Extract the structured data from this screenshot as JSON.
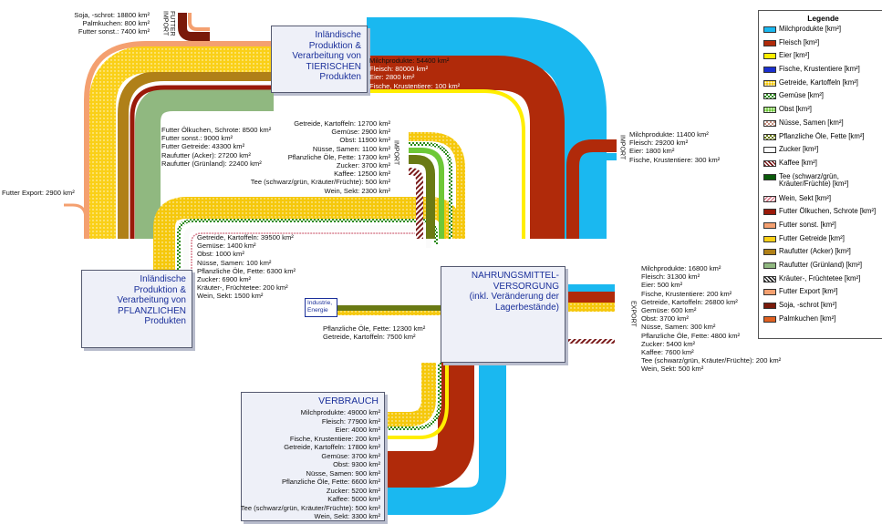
{
  "colors": {
    "milch": "#1ab8f0",
    "fleisch": "#b02a0a",
    "eier": "#ffee00",
    "fische": "#1a2fd0",
    "getreide": "#f5c80c",
    "gemuese": "#2a8a1a",
    "obst": "#6ec838",
    "nuesse": "#c49080",
    "oele": "#6a7a14",
    "zucker": "#fbfbfb",
    "kaffee": "#7a1a1a",
    "tee": "#0a5a0a",
    "wein": "#d88090",
    "fut_oel": "#9a1a0a",
    "fut_sonst": "#f4a070",
    "fut_getr": "#fad018",
    "rau_acker": "#b08018",
    "rau_gruen": "#90b880",
    "kraeuter": "#2a2a2a",
    "fut_export": "#f4a070",
    "soja": "#7a1a0a",
    "palm": "#e06020"
  },
  "legend": {
    "title": "Legende",
    "items": [
      {
        "label": "Milchprodukte [km²]",
        "color": "milch",
        "pattern": "plain"
      },
      {
        "label": "Fleisch [km²]",
        "color": "fleisch",
        "pattern": "plain"
      },
      {
        "label": "Eier [km²]",
        "color": "eier",
        "pattern": "plain"
      },
      {
        "label": "Fische, Krustentiere [km²]",
        "color": "fische",
        "pattern": "plain"
      },
      {
        "label": "Getreide, Kartoffeln [km²]",
        "color": "getreide",
        "pattern": "dots"
      },
      {
        "label": "Gemüse [km²]",
        "color": "gemuese",
        "pattern": "check"
      },
      {
        "label": "Obst [km²]",
        "color": "obst",
        "pattern": "dots"
      },
      {
        "label": "Nüsse, Samen [km²]",
        "color": "nuesse",
        "pattern": "check"
      },
      {
        "label": "Pflanzliche Öle, Fette [km²]",
        "color": "oele",
        "pattern": "check"
      },
      {
        "label": "Zucker [km²]",
        "color": "zucker",
        "pattern": "plain"
      },
      {
        "label": "Kaffee [km²]",
        "color": "kaffee",
        "pattern": "hatch"
      },
      {
        "label": "Tee (schwarz/grün, Kräuter/Früchte) [km²]",
        "color": "tee",
        "pattern": "plain",
        "tall": true
      },
      {
        "label": "Wein, Sekt [km²]",
        "color": "wein",
        "pattern": "hatch2"
      },
      {
        "label": "Futter Ölkuchen, Schrote [km²]",
        "color": "fut_oel",
        "pattern": "plain"
      },
      {
        "label": "Futter sonst. [km²]",
        "color": "fut_sonst",
        "pattern": "plain"
      },
      {
        "label": "Futter Getreide [km²]",
        "color": "fut_getr",
        "pattern": "plain"
      },
      {
        "label": "Raufutter (Acker) [km²]",
        "color": "rau_acker",
        "pattern": "plain"
      },
      {
        "label": "Raufutter (Grünland) [km²]",
        "color": "rau_gruen",
        "pattern": "plain"
      },
      {
        "label": "Kräuter-, Früchtetee [km²]",
        "color": "kraeuter",
        "pattern": "hatch"
      },
      {
        "label": "Futter Export [km²]",
        "color": "fut_export",
        "pattern": "plain"
      },
      {
        "label": "Soja, -schrot [km²]",
        "color": "soja",
        "pattern": "plain"
      },
      {
        "label": "Palmkuchen [km²]",
        "color": "palm",
        "pattern": "plain"
      }
    ]
  },
  "boxes": {
    "tierisch": [
      "Inländische",
      "Produktion &",
      "Verarbeitung von",
      "TIERISCHEN",
      "Produkten"
    ],
    "pflanzlich": [
      "Inländische",
      "Produktion &",
      "Verarbeitung von",
      "PFLANZLICHEN",
      "Produkten"
    ],
    "versorgung": [
      "NAHRUNGSMITTEL-",
      "VERSORGUNG",
      "(inkl. Veränderung der",
      "Lagerbestände)"
    ],
    "verbrauch_title": "VERBRAUCH",
    "industrie": [
      "Industrie,",
      "Energie"
    ]
  },
  "vertical_labels": {
    "futter_import": "FUTTER IMPORT",
    "import_pflanz": "IMPORT",
    "import_tier": "IMPORT",
    "export": "EXPORT"
  },
  "labels": {
    "futter_import": [
      "Soja, -schrot: 18800 km²",
      "Palmkuchen: 800 km²",
      "Futter sonst.: 7400 km²"
    ],
    "tier_out": [
      "Milchprodukte: 54400 km²",
      "Fleisch: 80000 km²",
      "Eier: 2800 km²",
      "Fische, Krustentiere: 100 km²"
    ],
    "futter_in": [
      "Futter Ölkuchen, Schrote: 8500 km²",
      "Futter sonst.: 9000 km²",
      "Futter Getreide: 43300 km²",
      "Raufutter (Acker): 27200 km²",
      "Raufutter (Grünland): 22400 km²"
    ],
    "import_pflanz": [
      "Getreide, Kartoffeln: 12700 km²",
      "Gemüse: 2900 km²",
      "Obst: 11900 km²",
      "Nüsse, Samen: 1100 km²",
      "Pflanzliche Öle, Fette: 17300 km²",
      "Zucker: 3700 km²",
      "Kaffee: 12500 km²",
      "Tee (schwarz/grün, Kräuter/Früchte): 500 km²",
      "Wein, Sekt: 2300 km²"
    ],
    "import_tier": [
      "Milchprodukte: 11400 km²",
      "Fleisch: 29200 km²",
      "Eier: 1800 km²",
      "Fische, Krustentiere: 300 km²"
    ],
    "futter_export": "Futter Export: 2900 km²",
    "pflanz_out": [
      "Getreide, Kartoffeln: 39500 km²",
      "Gemüse: 1400 km²",
      "Obst: 1000 km²",
      "Nüsse, Samen: 100 km²",
      "Pflanzliche Öle, Fette: 6300 km²",
      "Zucker: 6900 km²",
      "Kräuter-, Früchtetee: 200 km²",
      "Wein, Sekt: 1500 km²"
    ],
    "industrie": [
      "Pflanzliche Öle, Fette: 12300 km²",
      "Getreide, Kartoffeln: 7500 km²"
    ],
    "export": [
      "Milchprodukte: 16800 km²",
      "Fleisch: 31300 km²",
      "Eier: 500 km²",
      "Fische, Krustentiere: 200 km²",
      "Getreide, Kartoffeln: 26800 km²",
      "Gemüse: 600 km²",
      "Obst: 3700 km²",
      "Nüsse, Samen: 300 km²",
      "Pflanzliche Öle, Fette: 4800 km²",
      "Zucker: 5400 km²",
      "Kaffee: 7600 km²",
      "Tee (schwarz/grün, Kräuter/Früchte): 200 km²",
      "Wein, Sekt: 500 km²"
    ],
    "verbrauch": [
      "Milchprodukte: 49000 km²",
      "Fleisch: 77900 km²",
      "Eier: 4000 km²",
      "Fische, Krustentiere: 200 km²",
      "Getreide, Kartoffeln: 17800 km²",
      "Gemüse: 3700 km²",
      "Obst: 9300 km²",
      "Nüsse, Samen: 900 km²",
      "Pflanzliche Öle, Fette: 6600 km²",
      "Zucker: 5200 km²",
      "Kaffee: 5000 km²",
      "Tee (schwarz/grün, Kräuter/Früchte): 500 km²",
      "Wein, Sekt: 3300 km²"
    ]
  }
}
